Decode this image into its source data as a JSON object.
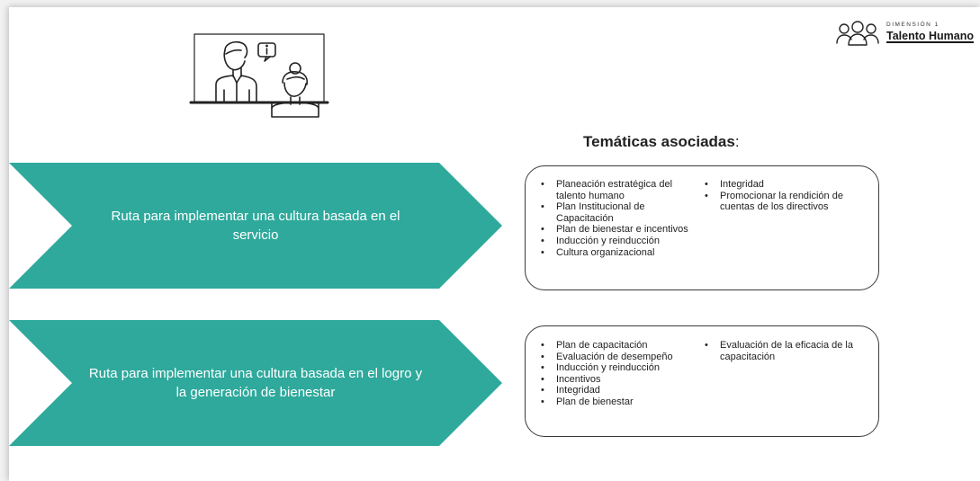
{
  "brand": {
    "kicker": "DIMENSIÓN 1",
    "name": "Talento Humano"
  },
  "section_title": "Temáticas asociadas",
  "section_title_suffix": ":",
  "colors": {
    "teal": "#2ea99c",
    "box_border": "#3a3a3a"
  },
  "routes": [
    {
      "label": "Ruta para implementar  una cultura basada en el servicio",
      "topics_left": [
        "Planeación  estratégica del talento humano",
        "Plan  Institucional de Capacitación",
        "Plan  de bienestar e incentivos",
        "Inducción y reinducción",
        "Cultura organizacional"
      ],
      "topics_right": [
        "Integridad",
        "Promocionar la  rendición de cuentas de los directivos"
      ]
    },
    {
      "label": "Ruta para implementar  una cultura basada en el logro y la generación de bienestar",
      "topics_left": [
        "Plan  de capacitación",
        "Evaluación de desempeño",
        "Inducción y reinducción",
        "Incentivos",
        "Integridad",
        "Plan  de bienestar"
      ],
      "topics_right": [
        "Evaluación de la eficacia de la capacitación"
      ]
    }
  ],
  "icons": {
    "header": "video-call-people-icon",
    "brand": "people-group-icon"
  }
}
